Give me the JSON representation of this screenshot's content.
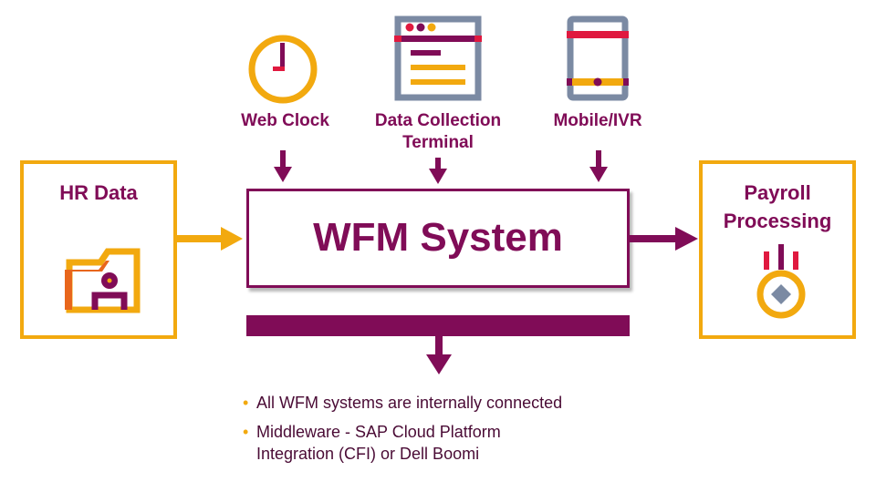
{
  "sources": [
    {
      "label": "Web Clock",
      "icon": "clock-icon"
    },
    {
      "label_lines": [
        "Data Collection",
        "Terminal"
      ],
      "icon": "terminal-icon"
    },
    {
      "label": "Mobile/IVR",
      "icon": "mobile-icon"
    }
  ],
  "hr_box": {
    "title": "HR Data",
    "icon": "hr-folder-icon"
  },
  "wfm_box": {
    "title": "WFM System"
  },
  "payroll_box": {
    "title_lines": [
      "Payroll",
      "Processing"
    ],
    "icon": "payroll-medal-icon"
  },
  "notes": [
    "All WFM systems are internally connected",
    [
      "Middleware - SAP Cloud Platform",
      "Integration (CFI) or Dell Boomi"
    ]
  ],
  "bullet_char": "•",
  "colors": {
    "purple": "#800c57",
    "orange": "#f2a90f",
    "deep_orange": "#e8661c",
    "gray": "#7b8aa3",
    "red": "#e0193f"
  }
}
